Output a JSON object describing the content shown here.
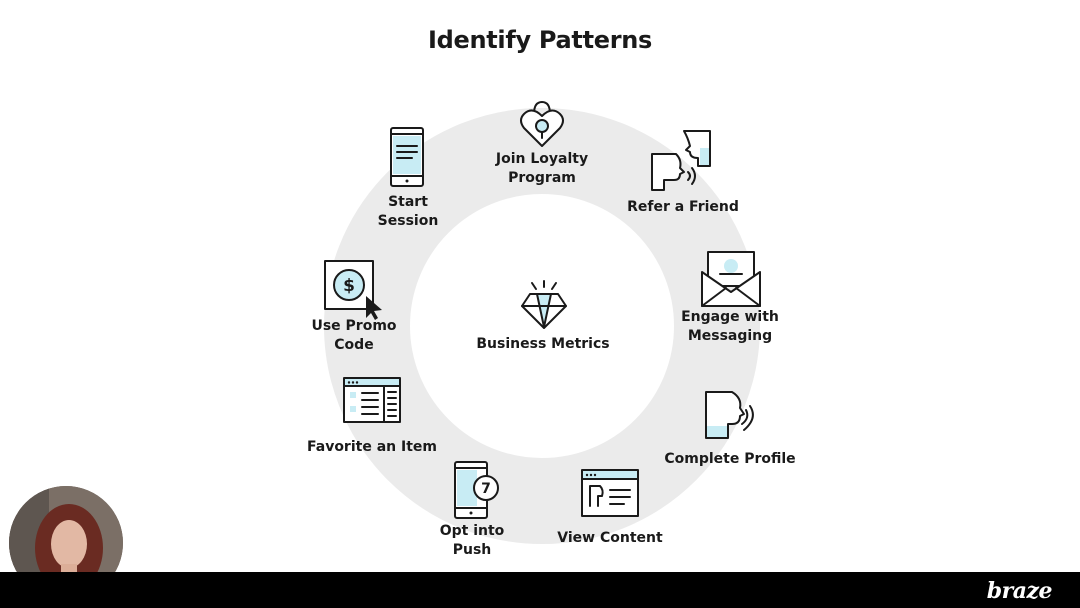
{
  "title": "Identify Patterns",
  "center": {
    "label": "Business Metrics",
    "icon": "diamond-icon"
  },
  "nodes": [
    {
      "id": "join-loyalty",
      "label_lines": [
        "Join Loyalty",
        "Program"
      ],
      "icon": "heart-lock-icon"
    },
    {
      "id": "refer-friend",
      "label_lines": [
        "Refer a Friend"
      ],
      "icon": "talking-heads-icon"
    },
    {
      "id": "engage-messaging",
      "label_lines": [
        "Engage with",
        "Messaging"
      ],
      "icon": "envelope-icon"
    },
    {
      "id": "complete-profile",
      "label_lines": [
        "Complete Profile"
      ],
      "icon": "speaking-head-icon"
    },
    {
      "id": "view-content",
      "label_lines": [
        "View Content"
      ],
      "icon": "browser-window-icon"
    },
    {
      "id": "opt-into-push",
      "label_lines": [
        "Opt into",
        "Push"
      ],
      "icon": "phone-notification-icon"
    },
    {
      "id": "favorite-item",
      "label_lines": [
        "Favorite an Item"
      ],
      "icon": "list-window-icon"
    },
    {
      "id": "use-promo",
      "label_lines": [
        "Use Promo",
        "Code"
      ],
      "icon": "dollar-cursor-icon"
    },
    {
      "id": "start-session",
      "label_lines": [
        "Start",
        "Session"
      ],
      "icon": "mobile-phone-icon"
    }
  ],
  "footer": {
    "logo": "braze"
  },
  "colors": {
    "ring": "#ebebeb",
    "accent": "#c8ecf4",
    "footer": "#000000"
  }
}
